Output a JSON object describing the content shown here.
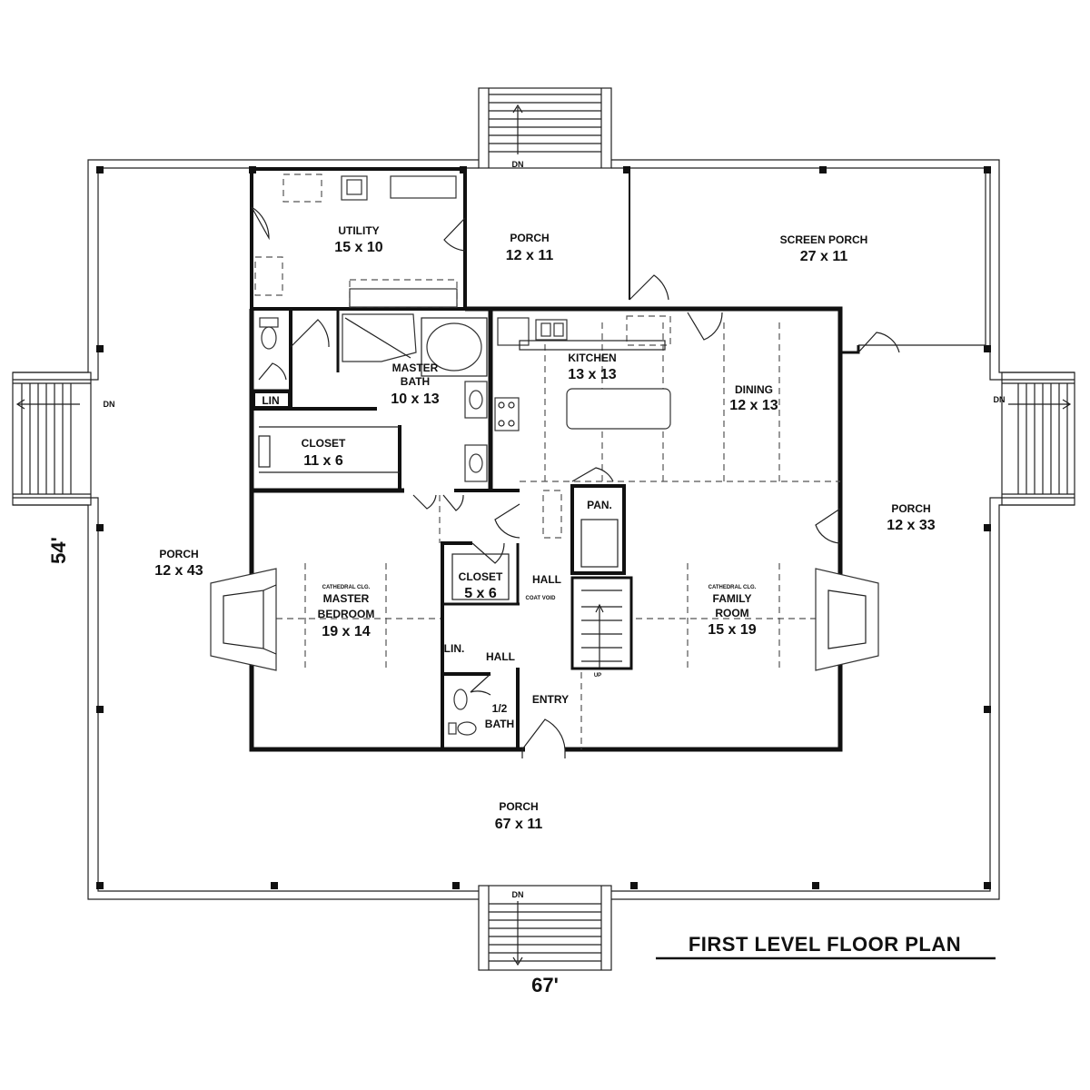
{
  "title": "FIRST LEVEL FLOOR PLAN",
  "dimensions": {
    "width": "67'",
    "depth": "54'"
  },
  "stair_label": "DN",
  "rooms": {
    "utility": {
      "name": "UTILITY",
      "size": "15 x 10"
    },
    "porch_rear": {
      "name": "PORCH",
      "size": "12 x 11"
    },
    "screen_porch": {
      "name": "SCREEN PORCH",
      "size": "27 x 11"
    },
    "master_bath": {
      "name": "MASTER",
      "name2": "BATH",
      "size": "10 x 13"
    },
    "kitchen": {
      "name": "KITCHEN",
      "size": "13 x 13"
    },
    "dining": {
      "name": "DINING",
      "size": "12 x 13"
    },
    "closet_master": {
      "name": "CLOSET",
      "size": "11 x 6"
    },
    "porch_right": {
      "name": "PORCH",
      "size": "12 x 33"
    },
    "porch_left": {
      "name": "PORCH",
      "size": "12 x 43"
    },
    "master_bedroom": {
      "note": "CATHEDRAL CLG.",
      "name": "MASTER",
      "name2": "BEDROOM",
      "size": "19 x 14"
    },
    "closet_hall": {
      "name": "CLOSET",
      "size": "5 x 6"
    },
    "hall_upper": {
      "name": "HALL"
    },
    "coat_note": "COAT VOID",
    "pantry": {
      "name": "PAN."
    },
    "family_room": {
      "note": "CATHEDRAL CLG.",
      "name": "FAMILY",
      "name2": "ROOM",
      "size": "15 x 19"
    },
    "linen_upper": {
      "name": "LIN"
    },
    "linen_lower": {
      "name": "LIN."
    },
    "hall_lower": {
      "name": "HALL"
    },
    "half_bath": {
      "name": "1/2",
      "name2": "BATH"
    },
    "entry": {
      "name": "ENTRY"
    },
    "porch_front": {
      "name": "PORCH",
      "size": "67 x 11"
    },
    "stair_up": "UP"
  }
}
